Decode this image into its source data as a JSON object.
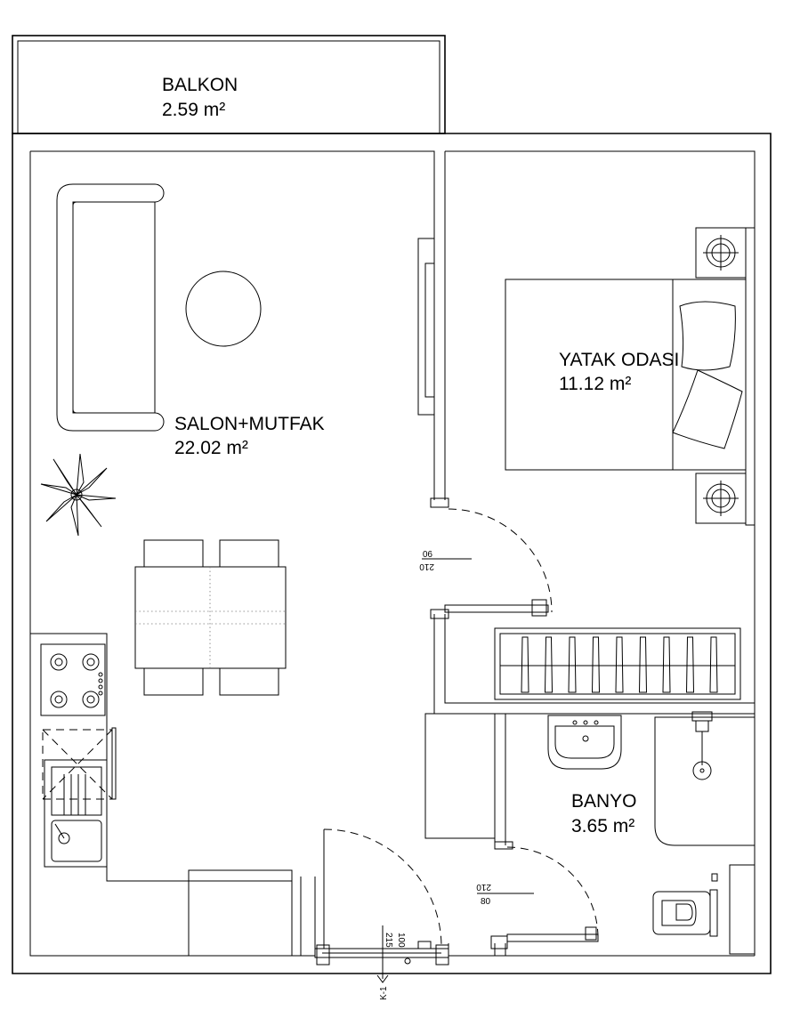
{
  "rooms": {
    "balkon": {
      "name": "BALKON",
      "area": "2.59 m²"
    },
    "salon": {
      "name": "SALON+MUTFAK",
      "area": "22.02 m²"
    },
    "yatak": {
      "name": "YATAK ODASI",
      "area": "11.12 m²"
    },
    "banyo": {
      "name": "BANYO",
      "area": "3.65 m²"
    }
  },
  "doors": {
    "bedroom": {
      "width": "90",
      "height": "210"
    },
    "bathroom": {
      "height": "210",
      "width": "80"
    },
    "entrance": {
      "height": "215",
      "width": "100"
    }
  },
  "section_mark": "K-1"
}
